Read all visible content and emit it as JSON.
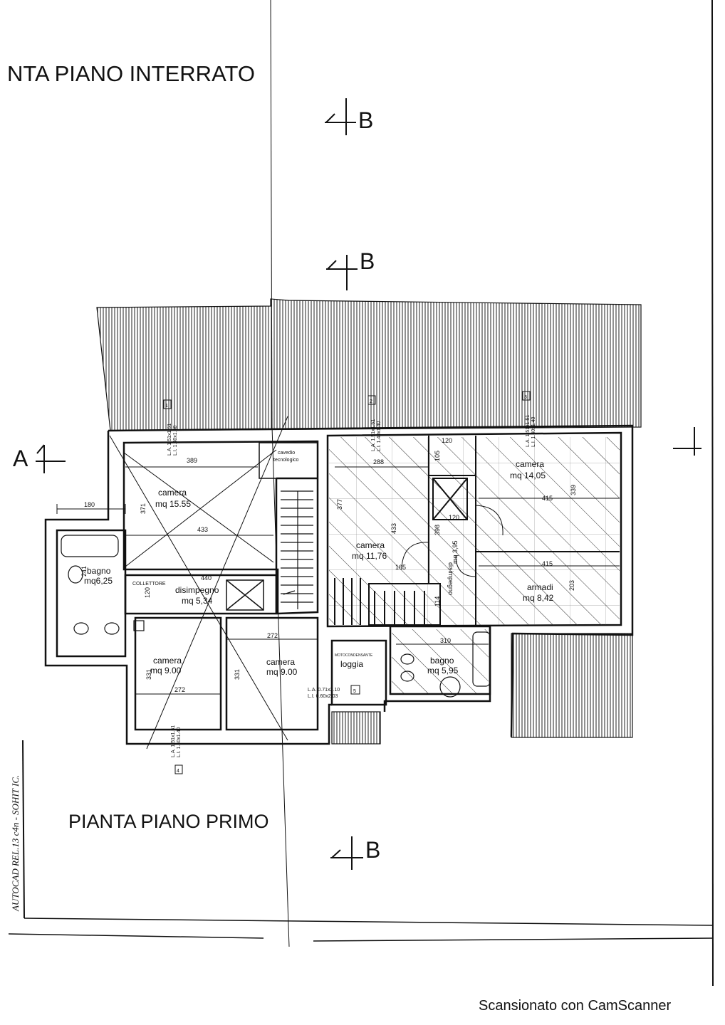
{
  "titles": {
    "top": "NTA PIANO INTERRATO",
    "bottom": "PIANTA PIANO PRIMO",
    "side_stamp": "AUTOCAD REL.13 c4n - SOHIT IC."
  },
  "section_markers": {
    "b": "B",
    "a": "A"
  },
  "rooms": {
    "camera1": {
      "label": "camera",
      "area": "mq 15.55"
    },
    "bagno1": {
      "label": "bagno",
      "area": "mq6,25"
    },
    "disimpegno1": {
      "label": "disimpegno",
      "area": "mq 5,34"
    },
    "camera2": {
      "label": "camera",
      "area": "mq 9.00"
    },
    "camera3": {
      "label": "camera",
      "area": "mq 9.00"
    },
    "cavedio": {
      "label": "cavedio",
      "sub": "tecnologico"
    },
    "collettore": {
      "label": "COLLETTORE"
    },
    "camera4": {
      "label": "camera",
      "area": "mq 11,76"
    },
    "camera5": {
      "label": "camera",
      "area": "mq 14,05"
    },
    "armadi": {
      "label": "armadi",
      "area": "mq 8,42"
    },
    "disimpegno2": {
      "label": "disimpegno",
      "area": "mq 3,95"
    },
    "bagno2": {
      "label": "bagno",
      "area": "mq 5,95"
    },
    "loggia": {
      "label": "loggia",
      "sub": "MOTOCONDENSANTE"
    }
  },
  "dimensions": {
    "d389": "389",
    "d371": "371",
    "d433a": "433",
    "d180": "180",
    "d241": "241",
    "d440": "440",
    "d120": "120",
    "d331a": "331",
    "d272a": "272",
    "d331b": "331",
    "d272b": "272",
    "d288": "288",
    "d377": "377",
    "d433b": "433",
    "d165": "165",
    "d415a": "415",
    "d339": "339",
    "d415b": "415",
    "d203": "203",
    "d398": "398",
    "d114": "114",
    "d310": "310",
    "d120b": "120",
    "d105": "105",
    "d120c": "120"
  },
  "window_notes": {
    "w1a": "L.A. 1.51x1.51",
    "w1b": "L.I. 1.40x1.40",
    "w1n": "1",
    "w2a": "L.A. 1.51x1.51",
    "w2b": "L.I. 1.40x1.40",
    "w2n": "2",
    "w3a": "L.A. 1.51x1.51",
    "w3b": "L.I. 1.40x1.40",
    "w3n": "3",
    "w4a": "L.A. 1.51x1.51",
    "w4b": "L.I. 1.40x1.40",
    "w4n": "4",
    "w5a": "L.A. 0.71x2.10",
    "w5b": "L.I. 0.60x2.03",
    "w5n": "5"
  },
  "footer": {
    "scanner": "Scansionato con CamScanner"
  }
}
